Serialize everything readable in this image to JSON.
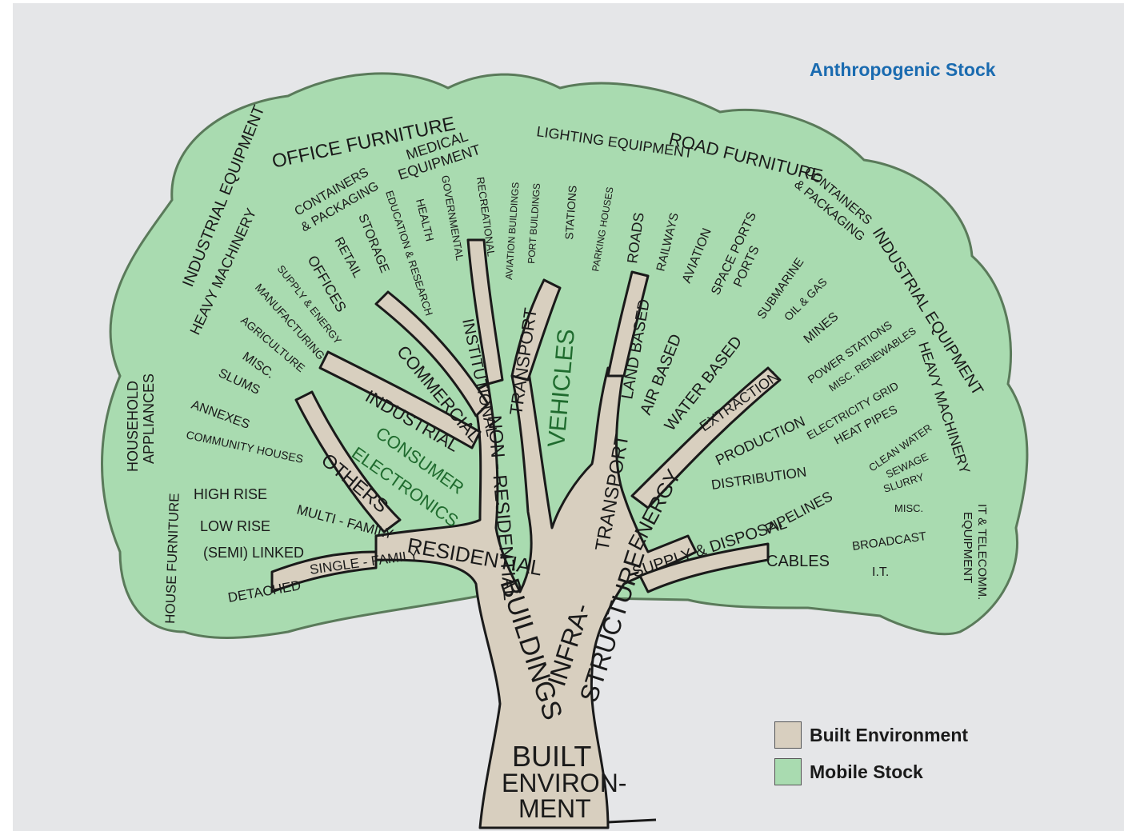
{
  "title": "Anthropogenic Stock",
  "colors": {
    "built": "#d8cfbf",
    "mobile": "#a9dbb0",
    "canopy_edge": "#5a7a5a",
    "title": "#1a6bb0",
    "background": "#e5e6e8"
  },
  "legend": [
    {
      "label": "Built Environment",
      "color": "#d8cfbf"
    },
    {
      "label": "Mobile Stock",
      "color": "#a9dbb0"
    }
  ],
  "trunk": {
    "root": [
      "BUILT",
      "ENVIRON-",
      "MENT"
    ],
    "buildings": "BUILDINGS",
    "infrastructure": [
      "INFRA-",
      "STRUCTURE"
    ]
  },
  "buildings": {
    "residential": "RESIDENTIAL",
    "non_residential": "NON - RESIDENTIAL",
    "others": "OTHERS",
    "multi_family": "MULTI - FAMILY",
    "single_family": "SINGLE - FAMILY",
    "leaves_residential": [
      "HIGH RISE",
      "LOW RISE",
      "(SEMI) LINKED",
      "DETACHED"
    ],
    "leaves_others": [
      "MISC.",
      "SLUMS",
      "ANNEXES",
      "COMMUNITY HOUSES"
    ],
    "industrial": "INDUSTRIAL",
    "leaves_industrial": [
      "MANUFACTURING",
      "AGRICULTURE",
      "SUPPLY & ENERGY"
    ],
    "commercial": "COMMERCIAL",
    "leaves_commercial": [
      "OFFICES",
      "RETAIL",
      "STORAGE"
    ],
    "institutional": "INSTITUTIONAL",
    "leaves_institutional": [
      "EDUCATION & RESEARCH",
      "HEALTH",
      "GOVERNMENTAL",
      "RECREATIONAL"
    ],
    "transport": "TRANSPORT",
    "leaves_transport": [
      "AVIATION BUILDINGS",
      "PORT BUILDINGS",
      "STATIONS",
      "PARKING HOUSES"
    ]
  },
  "infrastructure": {
    "transport": "TRANSPORT",
    "land_based": "LAND BASED",
    "air_based": "AIR BASED",
    "water_based": "WATER BASED",
    "leaves_transport": [
      "ROADS",
      "RAILWAYS",
      "AVIATION",
      "SPACE PORTS",
      "PORTS",
      "SUBMARINE"
    ],
    "energy": "ENERGY",
    "extraction": "EXTRACTION",
    "production": "PRODUCTION",
    "distribution": "DISTRIBUTION",
    "leaves_energy": [
      "OIL & GAS",
      "MINES",
      "POWER STATIONS",
      "MISC. RENEWABLES",
      "ELECTRICITY GRID",
      "HEAT PIPES"
    ],
    "supply_disposal": "SUPPLY & DISPOSAL",
    "pipelines": "PIPELINES",
    "cables": "CABLES",
    "leaves_pipelines": [
      "CLEAN WATER",
      "SEWAGE",
      "SLURRY",
      "MISC."
    ],
    "leaves_cables": [
      "BROADCAST",
      "I.T."
    ]
  },
  "mobile_stock": {
    "vehicles": "VEHICLES",
    "consumer_electronics": [
      "CONSUMER",
      "ELECTRONICS"
    ],
    "office_furniture": "OFFICE FURNITURE",
    "industrial_equipment_left": "INDUSTRIAL EQUIPMENT",
    "heavy_machinery_left": "HEAVY MACHINERY",
    "containers_left": [
      "CONTAINERS",
      "& PACKAGING"
    ],
    "medical_equipment": [
      "MEDICAL",
      "EQUIPMENT"
    ],
    "lighting_equipment": "LIGHTING EQUIPMENT",
    "road_furniture": "ROAD FURNITURE",
    "containers_right": [
      "CONTAINERS",
      "& PACKAGING"
    ],
    "industrial_equipment_right": "INDUSTRIAL EQUIPMENT",
    "heavy_machinery_right": "HEAVY MACHINERY",
    "it_telecomm": [
      "IT & TELECOMM.",
      "EQUIPMENT"
    ],
    "household_appliances": [
      "HOUSEHOLD",
      "APPLIANCES"
    ],
    "house_furniture": "HOUSE FURNITURE"
  }
}
